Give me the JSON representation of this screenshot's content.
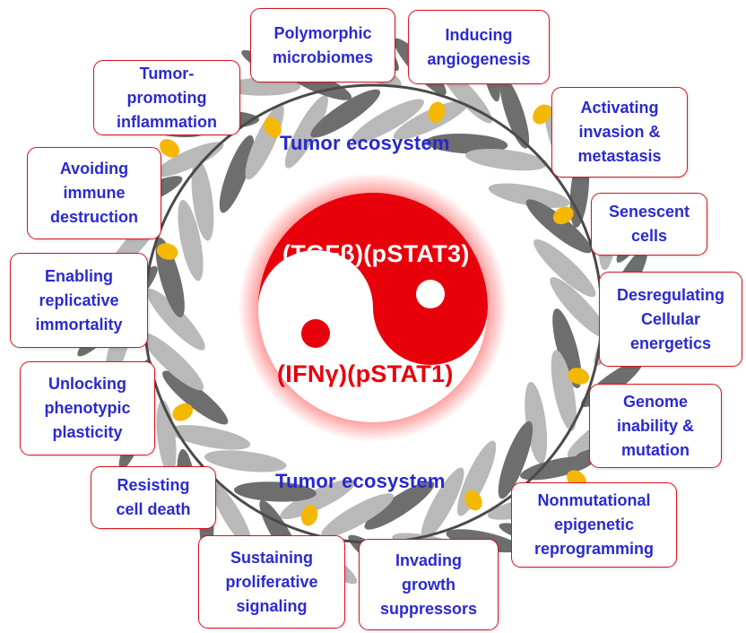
{
  "colors": {
    "box_border": "#d8151f",
    "box_text": "#2a2ad2",
    "yin_red": "#e8000b",
    "yang_white": "#ffffff",
    "leaf_dark": "#6e6e6e",
    "leaf_light": "#b9b9b9",
    "berry": "#f5b800"
  },
  "center": {
    "top_label": "(TGFβ)(pSTAT3)",
    "bottom_label": "(IFNγ)(pSTAT1)"
  },
  "ecosystem": {
    "top": "Tumor ecosystem",
    "bottom": "Tumor ecosystem"
  },
  "hallmarks": [
    "Polymorphic\nmicrobiomes",
    "Inducing\nangiogenesis",
    "Tumor-\npromoting\ninflammation",
    "Activating\ninvasion &\nmetastasis",
    "Avoiding\nimmune\ndestruction",
    "Senescent\ncells",
    "Enabling\nreplicative\nimmortality",
    "Desregulating\nCellular\nenergetics",
    "Unlocking\nphenotypic\nplasticity",
    "Genome\ninability &\nmutation",
    "Resisting\ncell death",
    "Nonmutational\nepigenetic\nreprogramming",
    "Sustaining\nproliferative\nsignaling",
    "Invading\ngrowth\nsuppressors"
  ]
}
